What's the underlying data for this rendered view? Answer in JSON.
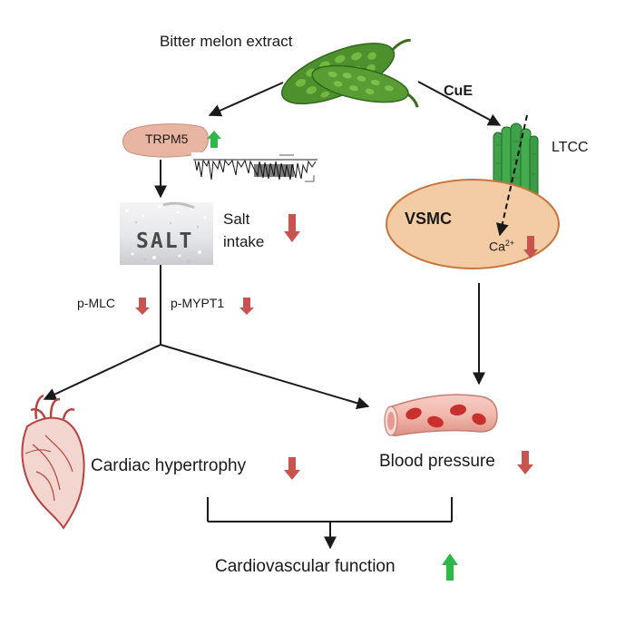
{
  "labels": {
    "bitter_melon_extract": "Bitter melon extract",
    "cue": "CuE",
    "trpm5": "TRPM5",
    "ltcc": "LTCC",
    "salt_line1": "Salt",
    "salt_line2": "intake",
    "salt_word": "SALT",
    "vsmc": "VSMC",
    "ca": "Ca",
    "ca_charge": "2+",
    "p_mlc": "p-MLC",
    "p_mypt1": "p-MYPT1",
    "cardiac_hypertrophy": "Cardiac hypertrophy",
    "blood_pressure": "Blood pressure",
    "cardiovascular_function": "Cardiovascular function"
  },
  "colors": {
    "up_arrow": "#2fb84a",
    "down_arrow": "#c9545a",
    "vsmc_fill": "#f3cba4",
    "vsmc_stroke": "#c8743a",
    "melon": "#4e8f2e",
    "channel": "#3fa14a",
    "vessel": "#f0b6ac",
    "rbc": "#c8302e",
    "heart": "#b8433e",
    "tissue": "#e9b5a3"
  },
  "icons": {
    "melon": "bitter-melon-icon",
    "tissue": "tongue-tissue-icon",
    "trace": "patch-clamp-trace-icon",
    "salt_photo": "salt-pile-icon",
    "channel": "ltcc-channel-icon",
    "cell": "vsmc-cell-icon",
    "heart": "anatomical-heart-icon",
    "vessel": "blood-vessel-icon"
  },
  "indicators": {
    "trpm5": "up",
    "salt_intake": "down",
    "ca": "down",
    "p_mlc": "down",
    "p_mypt1": "down",
    "cardiac_hypertrophy": "down",
    "blood_pressure": "down",
    "cardiovascular_function": "up"
  }
}
